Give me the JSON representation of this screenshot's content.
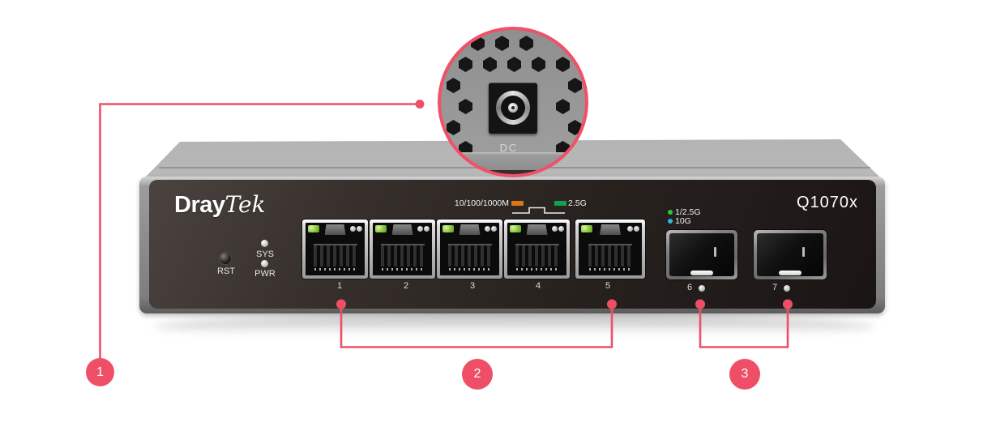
{
  "colors": {
    "accent": "#ef4f66",
    "panel": "#2a2422",
    "legend_orange": "#df7519",
    "legend_green": "#14a14f",
    "sfp_legend_green": "#3cc13c",
    "sfp_legend_blue": "#2fb4e9"
  },
  "inset": {
    "label": "DC"
  },
  "device": {
    "brand_bold": "Dray",
    "brand_serif": "Tek",
    "model": "Q1070x",
    "reset_label": "RST",
    "led_sys_label": "SYS",
    "led_pwr_label": "PWR",
    "rj45_legend_left": "10/100/1000M",
    "rj45_legend_right": "2.5G",
    "sfp_legend_row1": "1/2.5G",
    "sfp_legend_row2": "10G",
    "rj45_ports": [
      {
        "number": "1"
      },
      {
        "number": "2"
      },
      {
        "number": "3"
      },
      {
        "number": "4"
      },
      {
        "number": "5"
      }
    ],
    "sfp_ports": [
      {
        "number": "6"
      },
      {
        "number": "7"
      }
    ]
  },
  "callouts": [
    {
      "number": "1"
    },
    {
      "number": "2"
    },
    {
      "number": "3"
    }
  ]
}
